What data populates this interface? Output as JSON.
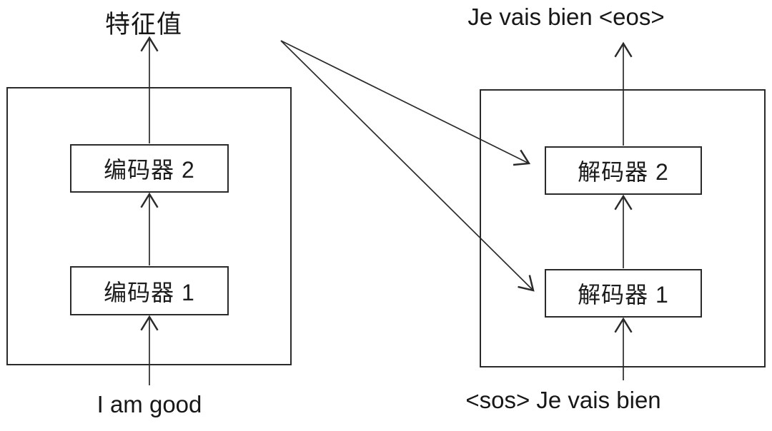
{
  "diagram": {
    "encoder": {
      "output_label": "特征值",
      "input_label": "I am good",
      "blocks": [
        {
          "label": "编码器 1"
        },
        {
          "label": "编码器 2"
        }
      ]
    },
    "decoder": {
      "output_label": "Je vais bien <eos>",
      "input_label": "<sos> Je vais bien",
      "blocks": [
        {
          "label": "解码器 1"
        },
        {
          "label": "解码器 2"
        }
      ]
    },
    "colors": {
      "line": "#2a2a2a",
      "background": "#ffffff"
    }
  }
}
